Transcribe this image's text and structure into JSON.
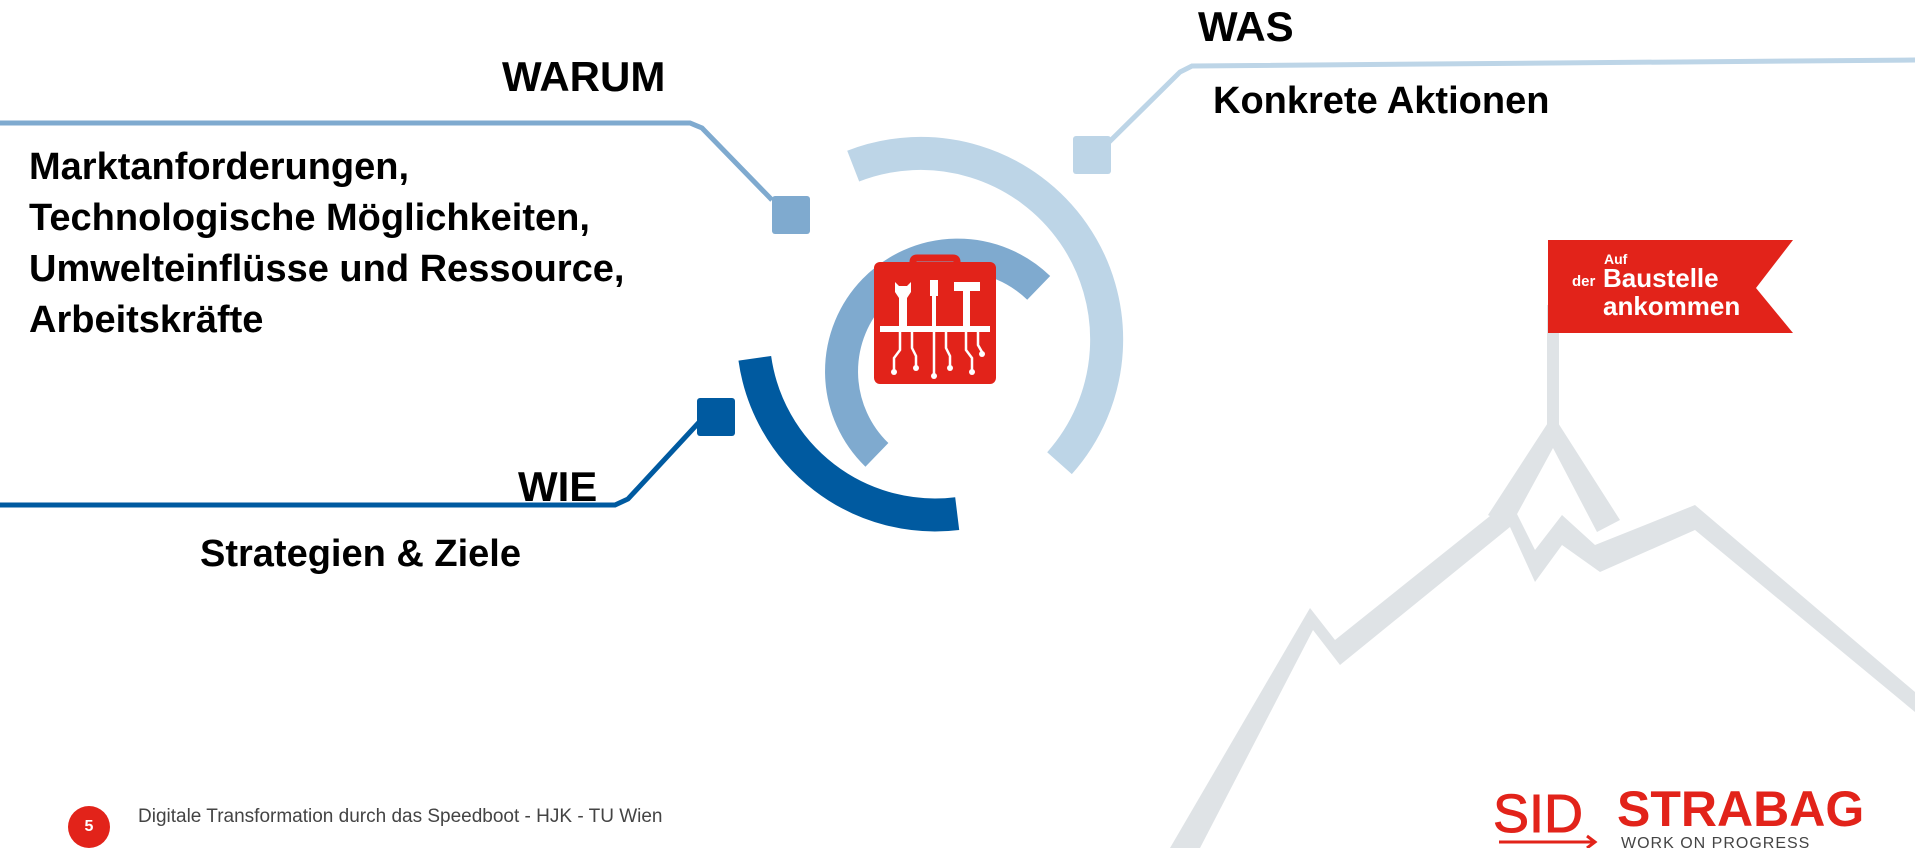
{
  "colors": {
    "light_blue": "#bdd5e7",
    "mid_blue": "#7faacf",
    "dark_blue": "#005aa0",
    "red": "#e2231a",
    "mountain_gray": "#dfe3e6"
  },
  "was": {
    "heading": "WAS",
    "text": "Konkrete Aktionen"
  },
  "warum": {
    "heading": "WARUM",
    "lines": [
      "Marktanforderungen,",
      "Technologische Möglichkeiten,",
      "Umwelteinflüsse und Ressource,",
      "Arbeitskräfte"
    ]
  },
  "wie": {
    "heading": "WIE",
    "text": "Strategien & Ziele"
  },
  "center_icon": "toolbox-icon",
  "flag": {
    "auf": "Auf",
    "der": "der",
    "baustelle": "Baustelle",
    "ankommen": "ankommen"
  },
  "footer": {
    "page_number": "5",
    "text": "Digitale Transformation durch das Speedboot - HJK - TU Wien"
  },
  "logos": {
    "sid": "SID",
    "strabag": "STRABAG",
    "claim": "WORK ON PROGRESS"
  }
}
